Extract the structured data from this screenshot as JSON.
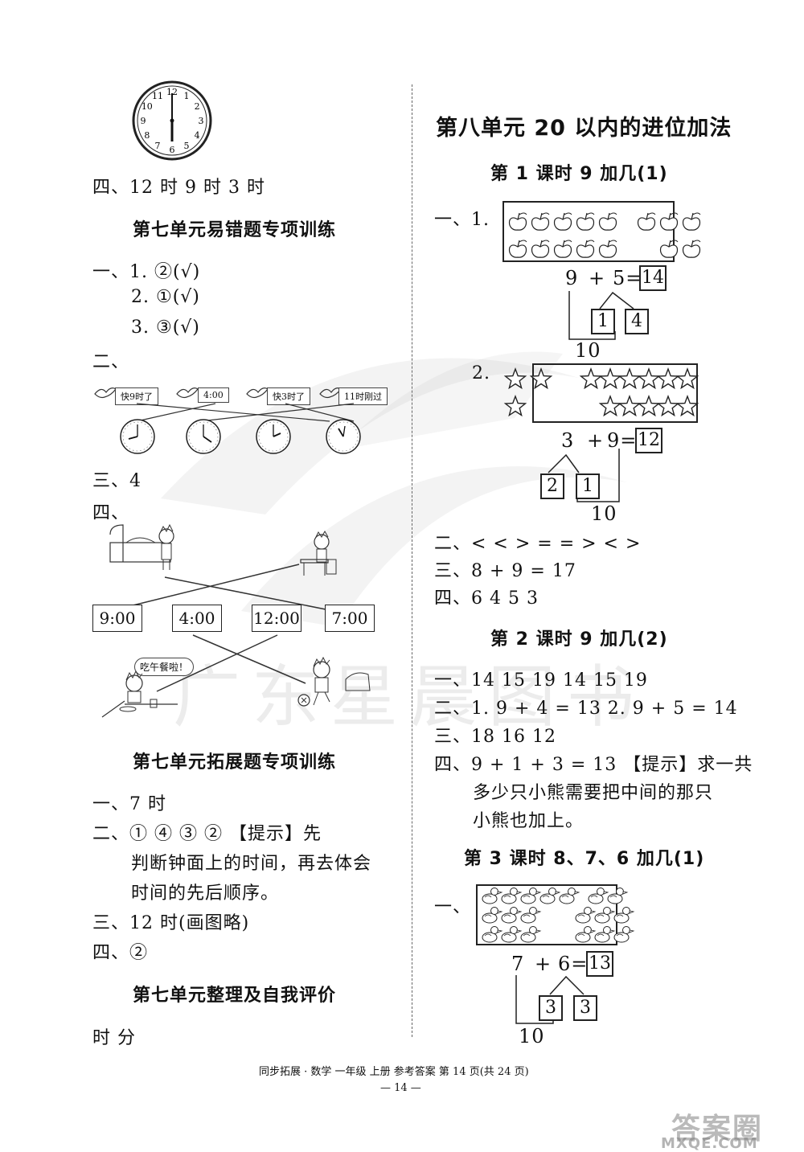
{
  "left": {
    "clock_numbers": [
      "12",
      "1",
      "2",
      "3",
      "4",
      "5",
      "6",
      "7",
      "8",
      "9",
      "10",
      "11"
    ],
    "q4_answer": "四、12 时   9 时   3 时",
    "sec_errors_title": "第七单元易错题专项训练",
    "err_q1_1": "一、1.  ②(√)",
    "err_q1_2": "2.  ①(√)",
    "err_q1_3": "3.  ③(√)",
    "err_q2": "二、",
    "err_q2_labels": [
      "快9时了",
      "4:00",
      "快3时了",
      "11时刚过"
    ],
    "err_q3": "三、4",
    "err_q4": "四、",
    "err_q4_times": [
      "9:00",
      "4:00",
      "12:00",
      "7:00"
    ],
    "lunch_bubble": "吃午餐啦！",
    "sec_ext_title": "第七单元拓展题专项训练",
    "ext_q1": "一、7 时",
    "ext_q2_a": "二、①   ④   ③   ②  【提示】先",
    "ext_q2_b": "判断钟面上的时间，再去体会",
    "ext_q2_c": "时间的先后顺序。",
    "ext_q3": "三、12 时(画图略)",
    "ext_q4": "四、②",
    "sec_review_title": "第七单元整理及自我评价",
    "review_line": "时   分"
  },
  "right": {
    "unit_title": "第八单元    20 以内的进位加法",
    "lesson1_title": "第 1 课时   9 加几(1)",
    "l1_q1": "一、1.",
    "l1_eq1": [
      "9",
      "+",
      "5=",
      "14"
    ],
    "l1_split1": [
      "1",
      "4"
    ],
    "l1_ten1": "10",
    "l1_q1_2": "2.",
    "l1_eq2": [
      "3",
      "+",
      "9=",
      "12"
    ],
    "l1_split2": [
      "2",
      "1"
    ],
    "l1_ten2": "10",
    "l1_q2": "二、<    <    >    =    =    >    <    >",
    "l1_q3": "三、8 + 9 = 17",
    "l1_q4": "四、6   4   5   3",
    "lesson2_title": "第 2 课时   9 加几(2)",
    "l2_q1": "一、14   15   19   14   15   19",
    "l2_q2": "二、1.  9 + 4 = 13   2.  9 + 5 = 14",
    "l2_q3": "三、18   16   12",
    "l2_q4_a": "四、9 + 1 + 3 = 13  【提示】求一共",
    "l2_q4_b": "多少只小熊需要把中间的那只",
    "l2_q4_c": "小熊也加上。",
    "lesson3_title": "第 3 课时   8、7、6 加几(1)",
    "l3_q1": "一、",
    "l3_eq": [
      "7",
      "+",
      "6=",
      "13"
    ],
    "l3_split": [
      "3",
      "3"
    ],
    "l3_ten": "10"
  },
  "footer": {
    "line": "同步拓展 · 数学   一年级   上册   参考答案   第 14 页(共 24 页)",
    "page": "— 14 —",
    "site_logo": "答案圈",
    "site_url": "MXQE.COM"
  },
  "watermark": "广东星晨图书"
}
